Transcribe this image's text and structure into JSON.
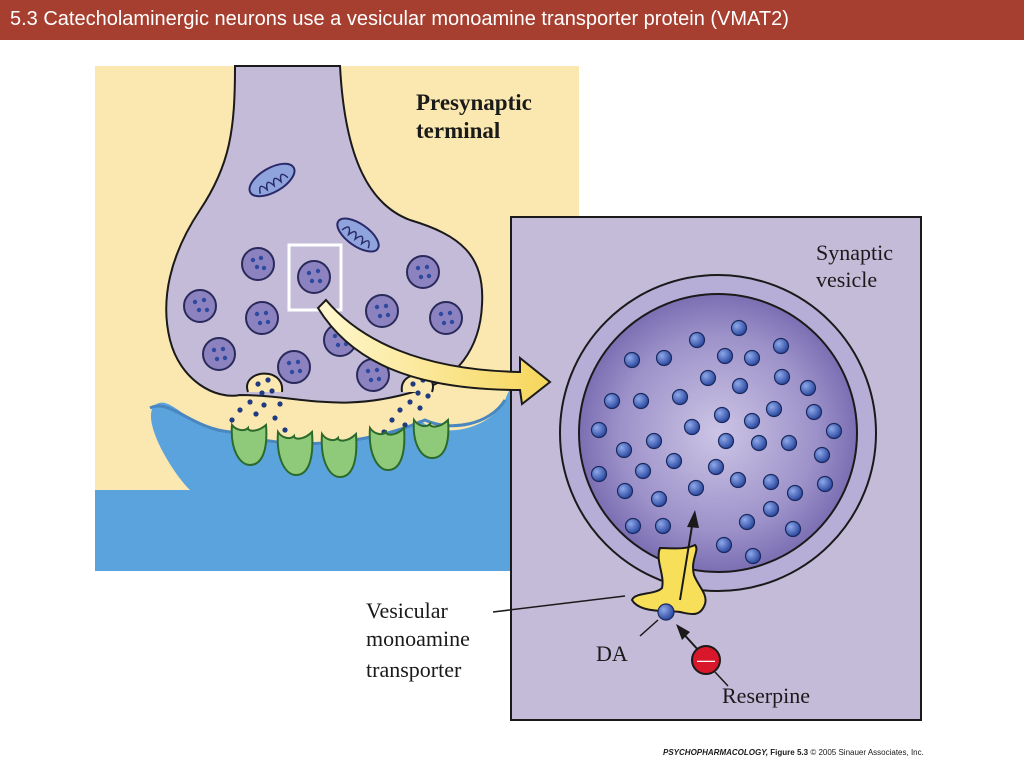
{
  "slide": {
    "title": "5.3  Catecholaminergic neurons use a vesicular monoamine transporter protein (VMAT2)"
  },
  "diagram": {
    "terminal_label_line1": "Presynaptic",
    "terminal_label_line2": "terminal",
    "vesicle_label_line1": "Synaptic",
    "vesicle_label_line2": "vesicle",
    "transporter_label_line1": "Vesicular",
    "transporter_label_line2": "monoamine",
    "transporter_label_line3": "transporter",
    "dopamine_label": "DA",
    "drug_label": "Reserpine",
    "inhibit_symbol": "—"
  },
  "credit": {
    "book": "PSYCHOPHARMACOLOGY,",
    "figure": "Figure 5.3",
    "copyright": "© 2005 Sinauer Associates, Inc."
  },
  "colors": {
    "title_bar": "#a63f2f",
    "cytoplasm": "#c4bbd9",
    "background_cream": "#fbe8b0",
    "cleft_blue": "#5aa3dd",
    "receptor_green": "#8fca7a",
    "transporter_yellow": "#f7df5a",
    "inhibitor_red": "#d8172b",
    "dopamine_blue": "#3558b0"
  }
}
